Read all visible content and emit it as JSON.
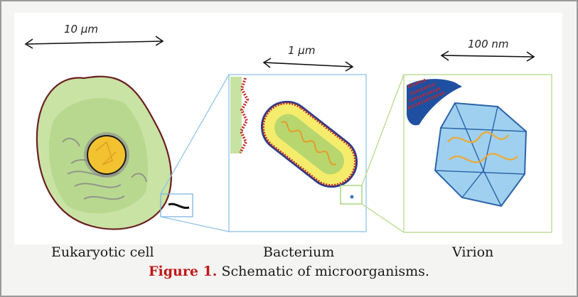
{
  "scales": {
    "eukaryote": "10 µm",
    "bacterium": "1 µm",
    "virion": "100 nm"
  },
  "labels": {
    "eukaryote": "Eukaryotic cell",
    "bacterium": "Bacterium",
    "virion": "Virion"
  },
  "caption": {
    "prefix": "Figure 1.",
    "text": "Schematic of microorganisms."
  }
}
